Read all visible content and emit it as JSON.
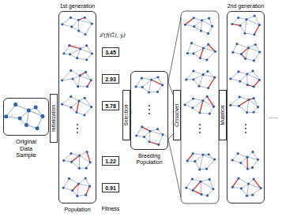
{
  "diagram": {
    "nodes": [
      {
        "text": [
          "Original Data Sample"
        ]
      },
      {
        "text": [
          "Initialization"
        ]
      },
      {
        "text": [
          "1st generation",
          "Population"
        ]
      },
      {
        "text": [
          "3.45"
        ]
      },
      {
        "text": [
          "2.93"
        ]
      },
      {
        "text": [
          "5.78"
        ]
      },
      {
        "text": [
          "1.22"
        ]
      },
      {
        "text": [
          "0.91"
        ]
      },
      {
        "text": [
          "Selection"
        ]
      },
      {
        "text": [
          "Breeding Population"
        ]
      },
      {
        "text": [
          "Crossover"
        ]
      },
      {
        "text": [
          "Mutation"
        ]
      },
      {
        "text": [
          "2nd generation"
        ]
      }
    ],
    "labels": [
      "ℒ(f(G̃), y)",
      "Fitness",
      "......"
    ]
  }
}
